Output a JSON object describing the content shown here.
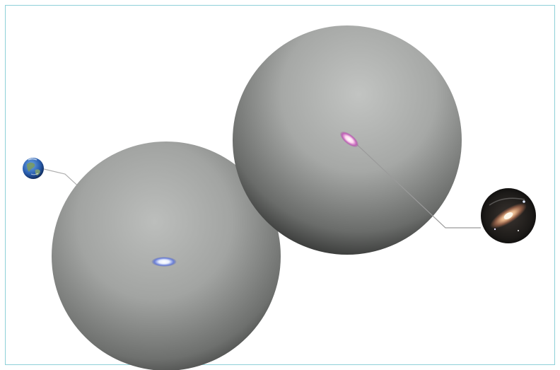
{
  "figure": {
    "background": "#ffffff",
    "frame_color": "#8fd0d8",
    "sphere_color": "#a6a8a6",
    "connector_color": "#b0b0b0",
    "elements": [
      {
        "name": "earth-icon",
        "kind": "earth"
      },
      {
        "name": "galaxy-icon",
        "kind": "galaxy"
      },
      {
        "name": "left-sphere",
        "kind": "sphere"
      },
      {
        "name": "right-sphere",
        "kind": "sphere"
      },
      {
        "name": "left-sphere-galaxy",
        "kind": "galaxy-marker"
      },
      {
        "name": "right-sphere-galaxy",
        "kind": "galaxy-marker"
      }
    ]
  }
}
